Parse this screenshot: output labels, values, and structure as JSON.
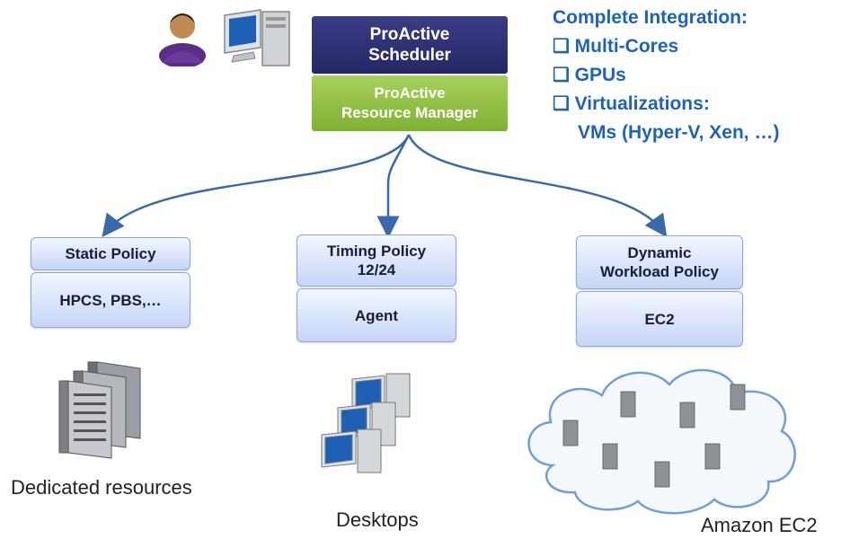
{
  "scheduler": {
    "line1": "ProActive",
    "line2": "Scheduler"
  },
  "resource_manager": {
    "line1": "ProActive",
    "line2": "Resource Manager"
  },
  "integration": {
    "title": "Complete Integration:",
    "items": [
      "Multi-Cores",
      "GPUs",
      "Virtualizations:"
    ],
    "sub": "VMs (Hyper-V, Xen, …)"
  },
  "policies": [
    {
      "header": "Static Policy",
      "body": "HPCS, PBS,…"
    },
    {
      "header_line1": "Timing Policy",
      "header_line2": "12/24",
      "body": "Agent"
    },
    {
      "header_line1": "Dynamic",
      "header_line2": "Workload Policy",
      "body": "EC2"
    }
  ],
  "captions": {
    "dedicated": "Dedicated resources",
    "desktops": "Desktops",
    "ec2": "Amazon EC2"
  },
  "colors": {
    "scheduler": "#2e2f72",
    "resource_manager": "#8dbf3f",
    "accent_text": "#1e63b6",
    "policy_fill": "#d6e1f8",
    "arrows": "#3b6aa8"
  },
  "icons": [
    "user-icon",
    "computer-icon",
    "server-rack-icon",
    "desktop-stack-icon",
    "cloud-icon"
  ]
}
